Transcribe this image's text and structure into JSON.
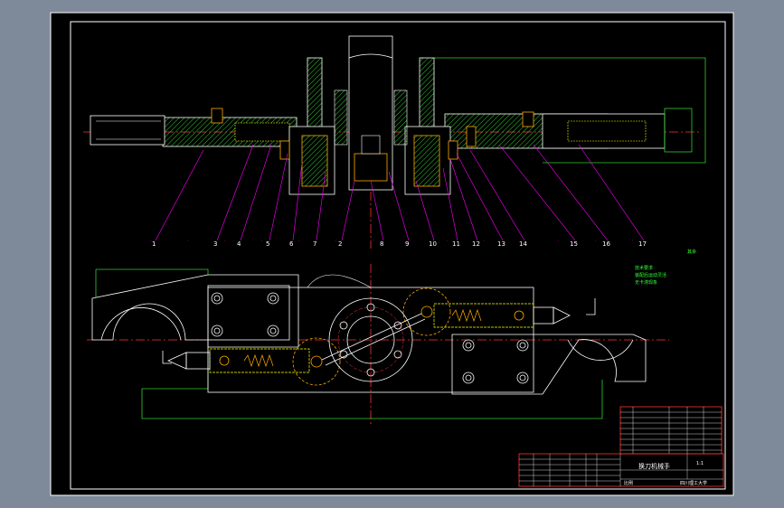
{
  "part_numbers": [
    "1",
    "2",
    "3",
    "4",
    "5",
    "6",
    "7",
    "8",
    "9",
    "10",
    "11",
    "12",
    "13",
    "14",
    "15",
    "16",
    "17"
  ],
  "title_block": {
    "drawing_title": "换刀机械手",
    "school": "四川理工大学",
    "scale": "1:1",
    "sheet_label": "比例"
  },
  "tech_notes": {
    "line1": "技术要求",
    "line2": "装配后运动灵活",
    "line3": "无卡滞现象"
  },
  "roughness_mark": "其余",
  "colors": {
    "background": "#000000",
    "frame": "#ffffff",
    "outline": "#ffffff",
    "hatch": "#33cc33",
    "center": "#ff3333",
    "leader": "#ff00ff",
    "hidden": "#ffff00",
    "part": "#ffaa00"
  }
}
